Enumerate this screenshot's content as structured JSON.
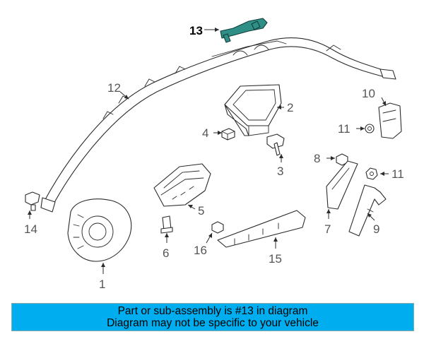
{
  "colors": {
    "banner_background": "#00aeef",
    "highlight_part": "#2f8f86"
  },
  "callouts": {
    "c1": "1",
    "c2": "2",
    "c3": "3",
    "c4": "4",
    "c5": "5",
    "c6": "6",
    "c7": "7",
    "c8": "8",
    "c9": "9",
    "c10": "10",
    "c11a": "11",
    "c11b": "11",
    "c12": "12",
    "c13": "13",
    "c14": "14",
    "c15": "15",
    "c16": "16"
  },
  "banner": {
    "line1": "Part or sub-assembly is #13 in diagram",
    "line2": "Diagram may not be specific to your vehicle"
  }
}
